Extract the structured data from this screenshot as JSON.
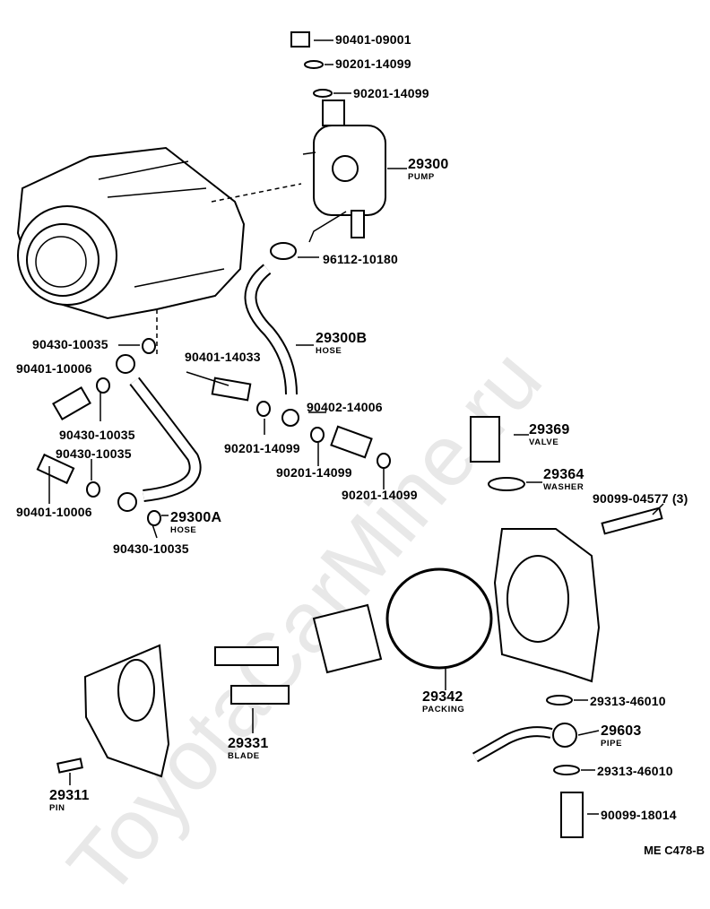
{
  "watermark": "ToyotaCarMine.ru",
  "reference_code": "ME C478-B",
  "parts": [
    {
      "id": "p-90401-09001",
      "number": "90401-09001",
      "name": ""
    },
    {
      "id": "p-90201-14099-a",
      "number": "90201-14099",
      "name": ""
    },
    {
      "id": "p-90201-14099-b",
      "number": "90201-14099",
      "name": ""
    },
    {
      "id": "p-29300",
      "number": "29300",
      "name": "PUMP"
    },
    {
      "id": "p-96112-10180",
      "number": "96112-10180",
      "name": ""
    },
    {
      "id": "p-29300B",
      "number": "29300B",
      "name": "HOSE"
    },
    {
      "id": "p-90430-10035-a",
      "number": "90430-10035",
      "name": ""
    },
    {
      "id": "p-90401-10006-a",
      "number": "90401-10006",
      "name": ""
    },
    {
      "id": "p-90401-14033",
      "number": "90401-14033",
      "name": ""
    },
    {
      "id": "p-90402-14006",
      "number": "90402-14006",
      "name": ""
    },
    {
      "id": "p-90430-10035-b",
      "number": "90430-10035",
      "name": ""
    },
    {
      "id": "p-90430-10035-c",
      "number": "90430-10035",
      "name": ""
    },
    {
      "id": "p-90201-14099-c",
      "number": "90201-14099",
      "name": ""
    },
    {
      "id": "p-90201-14099-d",
      "number": "90201-14099",
      "name": ""
    },
    {
      "id": "p-90201-14099-e",
      "number": "90201-14099",
      "name": ""
    },
    {
      "id": "p-29369",
      "number": "29369",
      "name": "VALVE"
    },
    {
      "id": "p-29364",
      "number": "29364",
      "name": "WASHER"
    },
    {
      "id": "p-90401-10006-b",
      "number": "90401-10006",
      "name": ""
    },
    {
      "id": "p-29300A",
      "number": "29300A",
      "name": "HOSE"
    },
    {
      "id": "p-90099-04577",
      "number": "90099-04577 (3)",
      "name": ""
    },
    {
      "id": "p-90430-10035-d",
      "number": "90430-10035",
      "name": ""
    },
    {
      "id": "p-29342",
      "number": "29342",
      "name": "PACKING"
    },
    {
      "id": "p-29313-46010-a",
      "number": "29313-46010",
      "name": ""
    },
    {
      "id": "p-29331",
      "number": "29331",
      "name": "BLADE"
    },
    {
      "id": "p-29603",
      "number": "29603",
      "name": "PIPE"
    },
    {
      "id": "p-29313-46010-b",
      "number": "29313-46010",
      "name": ""
    },
    {
      "id": "p-29311",
      "number": "29311",
      "name": "PIN"
    },
    {
      "id": "p-90099-18014",
      "number": "90099-18014",
      "name": ""
    }
  ]
}
